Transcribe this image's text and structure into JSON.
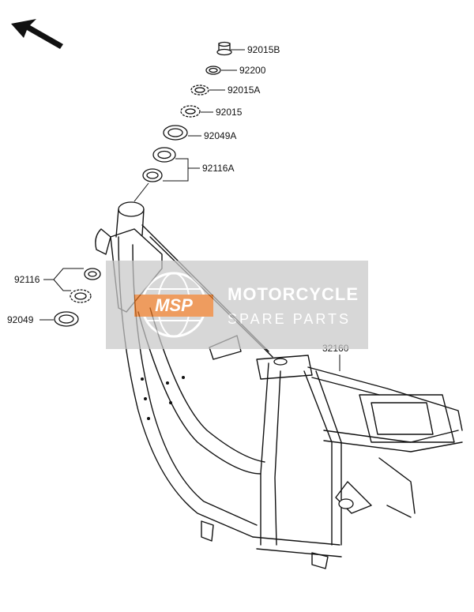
{
  "diagram": {
    "orientation_arrow": "arrow-up-left-icon",
    "parts": [
      {
        "number": "92015B"
      },
      {
        "number": "92200"
      },
      {
        "number": "92015A"
      },
      {
        "number": "92015"
      },
      {
        "number": "92049A"
      },
      {
        "number": "92116A"
      },
      {
        "number": "92116"
      },
      {
        "number": "92049"
      },
      {
        "number": "32160"
      }
    ]
  },
  "watermark": {
    "logo_text": "MSP",
    "title": "MOTORCYCLE",
    "subtitle": "SPARE PARTS",
    "colors": {
      "panel": "#c8c8c8",
      "logo": "#e87722",
      "text": "#ffffff"
    }
  }
}
